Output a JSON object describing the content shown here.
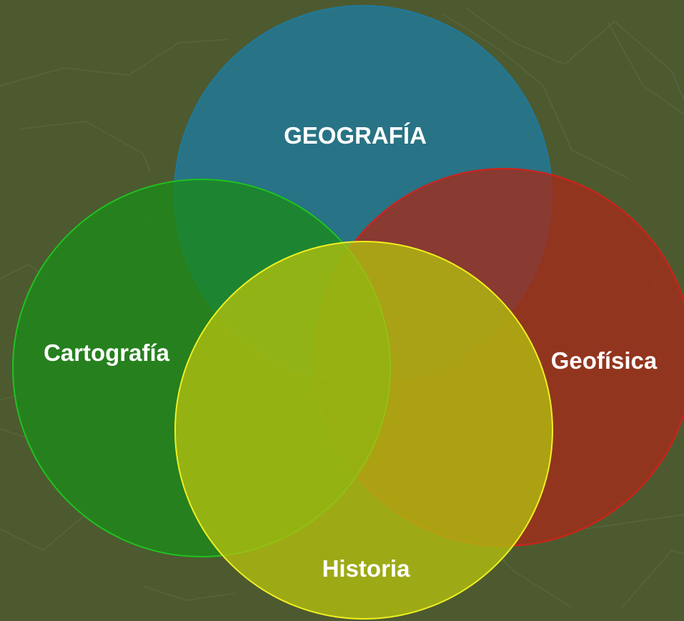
{
  "background_color": "#4d5a30",
  "circles": [
    {
      "id": "geografia",
      "label": "GEOGRAFÍA",
      "fill": "#1e7a9e",
      "stroke": "#1e7a9e"
    },
    {
      "id": "geofisica",
      "label": "Geofísica",
      "fill": "#a52a1a",
      "stroke": "#d4201a"
    },
    {
      "id": "cartografia",
      "label": "Cartografía",
      "fill": "#1b8a1a",
      "stroke": "#1fc21f"
    },
    {
      "id": "historia",
      "label": "Historia",
      "fill": "#b4c010",
      "stroke": "#f0f020"
    }
  ]
}
